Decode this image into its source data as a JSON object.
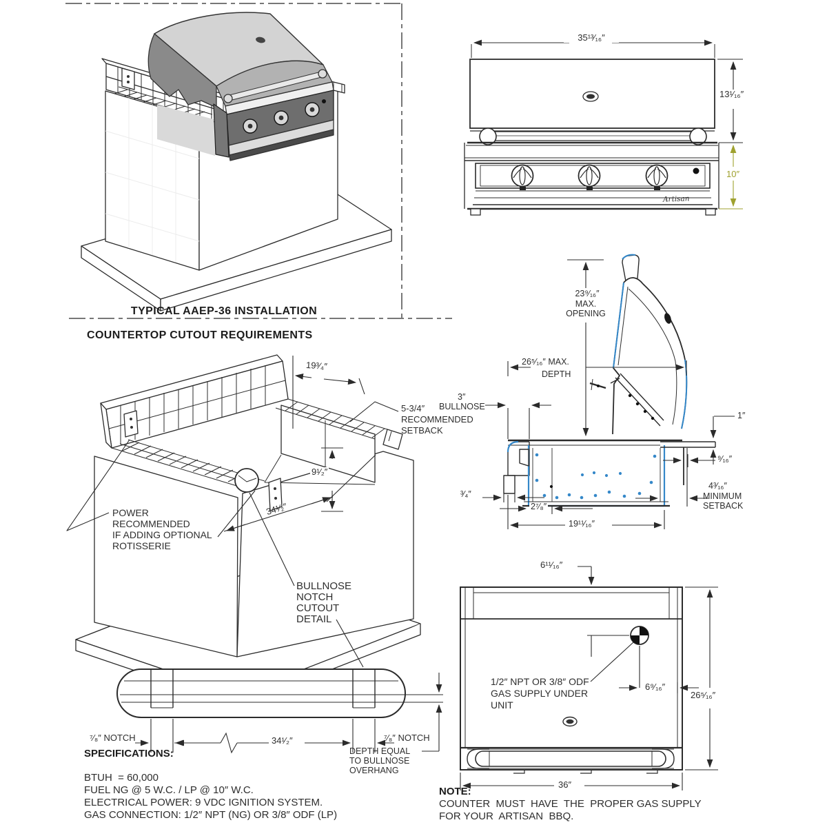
{
  "headings": {
    "install_caption": "TYPICAL AAEP-36 INSTALLATION",
    "cutout_requirements": "COUNTERTOP CUTOUT REQUIREMENTS",
    "specifications": "SPECI­FICATIONS:",
    "specifications_clean": "SPECIFICATIONS:"
  },
  "front_view": {
    "dim_width": "35¹³⁄₁₆″",
    "dim_hood_height": "13¹⁄₁₆″",
    "dim_body_height": "10″",
    "logo": "Artisan"
  },
  "side_view": {
    "dim_opening": "23⁹⁄₁₆″",
    "lbl_max": "MAX.",
    "lbl_opening": "OPENING",
    "dim_depth": "26⁵⁄₁₆″ MAX.",
    "lbl_depth": "DEPTH",
    "dim_bullnose": "3″",
    "lbl_bullnose": "BULLNOSE",
    "dim_one_inch": "1″",
    "dim_nine_sixteenth": "⁹⁄₁₆″",
    "dim_min_setback": "4³⁄₁₆″",
    "lbl_minimum": "MINIMUM",
    "lbl_setback": "SETBACK",
    "dim_three_quarter": "³⁄₄″",
    "dim_two_seven_eighth": "2⁷⁄₈″",
    "dim_nineteen_eleven": "19¹¹⁄₁₆″"
  },
  "cutout_view": {
    "dim_depth_top": "19³⁄₄″",
    "dim_inner_height": "9¹⁄₂″",
    "dim_width": "34¹⁄₂″",
    "setback_label": [
      "5-3/4″",
      "RECOMMENDED",
      "SETBACK"
    ],
    "power_label": [
      "POWER",
      "RECOMMENDED",
      "IF ADDING OPTIONAL",
      "ROTISSERIE"
    ],
    "notch_callout": [
      "BULLNOSE",
      "NOTCH",
      "CUTOUT",
      "DETAIL"
    ]
  },
  "notch_detail": {
    "left_notch": "⁷⁄₈″ NOTCH",
    "dim_width": "34¹⁄₂″",
    "right_notch": "⁷⁄₈″ NOTCH",
    "depth_label": [
      "DEPTH EQUAL",
      "TO BULLNOSE",
      "OVERHANG"
    ]
  },
  "plan_view": {
    "dim_top_offset": "6¹¹⁄₁₆″",
    "dim_side_offset": "6⁹⁄₁₆″",
    "dim_height": "26⁵⁄₁₆″",
    "dim_width": "36″",
    "gas_label": [
      "1/2″ NPT OR 3/8″ ODF",
      "GAS SUPPLY UNDER",
      "UNIT"
    ]
  },
  "specifications": {
    "heading": "SPECIFICATIONS:",
    "lines": [
      "BTUH  = 60,000",
      "FUEL NG @ 5 W.C. / LP @ 10″ W.C.",
      "ELECTRICAL POWER: 9 VDC IGNITION SYSTEM.",
      "GAS CONNECTION: 1/2″ NPT (NG) OR 3/8″ ODF (LP)"
    ]
  },
  "note": {
    "heading": "NOTE:",
    "lines": [
      "COUNTER  MUST  HAVE  THE  PROPER GAS SUPPLY",
      "FOR YOUR  ARTISAN  BBQ."
    ]
  },
  "colors": {
    "highlight_blue": "#3588c9",
    "dim_olive": "#9fa12f",
    "line": "#2b2b2b"
  }
}
